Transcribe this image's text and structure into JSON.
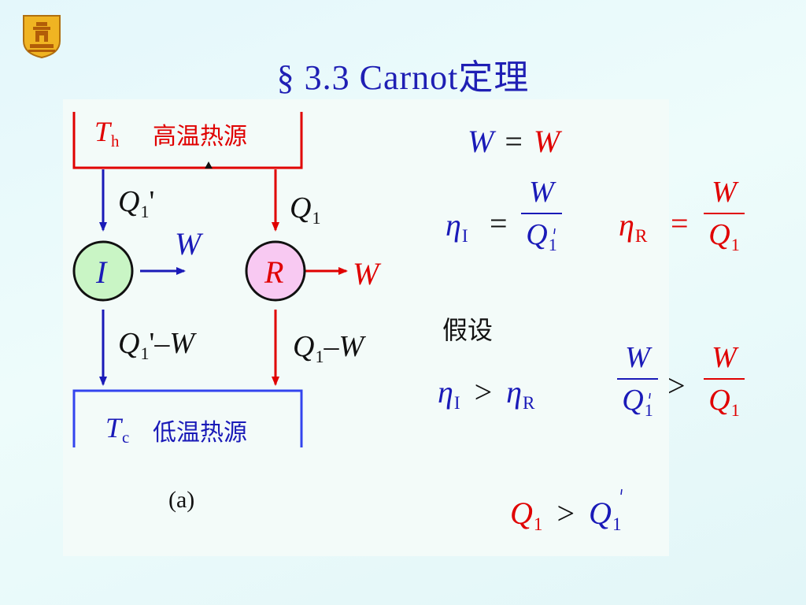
{
  "title": "§   3.3     Carnot定理",
  "diagram": {
    "hot_label": "高温热源",
    "cold_label": "低温热源",
    "hot_T": "T",
    "hot_sub": "h",
    "cold_T": "T",
    "cold_sub": "c",
    "engine_I": "I",
    "engine_R": "R",
    "q_left_top": "Q",
    "q_left_top_sub": "1",
    "q_left_top_prime": "'",
    "q_right_top": "Q",
    "q_right_top_sub": "1",
    "w_left": "W",
    "w_right": "W",
    "q_left_bot": "Q",
    "q_left_bot_sub": "1",
    "q_left_bot_prime": "'",
    "q_left_bot_rest": "–W",
    "q_right_bot": "Q",
    "q_right_bot_sub": "1",
    "q_right_bot_rest": "–W",
    "caption": "(a)"
  },
  "equations": {
    "w_eq_left": "W",
    "w_eq_sign": "=",
    "w_eq_right": "W",
    "eta": "η",
    "eta_I_sub": "I",
    "eta_R_sub": "R",
    "eq_sign": "=",
    "frac_W": "W",
    "frac_Q": "Q",
    "sub_1": "1",
    "prime": "'",
    "assume": "假设",
    "gt": ">"
  },
  "colors": {
    "red": "#e00000",
    "blue": "#1a1ab8"
  }
}
